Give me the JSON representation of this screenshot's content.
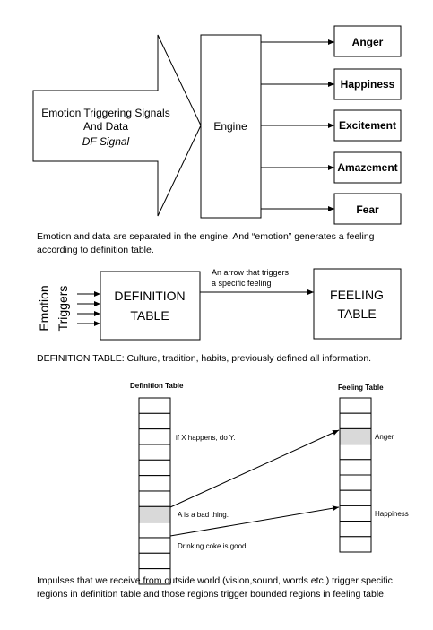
{
  "diagram1": {
    "arrow_text": [
      "Emotion Triggering Signals",
      "And Data",
      "DF Signal"
    ],
    "engine_label": "Engine",
    "outputs": [
      "Anger",
      "Happiness",
      "Excitement",
      "Amazement",
      "Fear"
    ]
  },
  "caption1": "Emotion and data are separated in the engine. And  “emotion” generates a feeling according to definition table.",
  "diagram2": {
    "side_label_lines": [
      "Emotion",
      "Triggers"
    ],
    "definition_lines": [
      "DEFINITION",
      "TABLE"
    ],
    "feeling_lines": [
      "FEELING",
      "TABLE"
    ],
    "arrow_note_lines": [
      "An arrow that triggers",
      "a specific feeling"
    ]
  },
  "caption2": "DEFINITION TABLE: Culture, tradition, habits, previously defined all information.",
  "diagram3": {
    "definition_title": "Definition Table",
    "feeling_title": "Feeling Table",
    "definition_notes": [
      "if X happens, do Y.",
      "A is a bad thing.",
      "Drinking coke is good."
    ],
    "feeling_notes": [
      "Anger",
      "Happiness"
    ]
  },
  "caption3": "Impulses that we receive from outside world (vision,sound, words etc.) trigger specific regions in definition table and those regions trigger bounded regions in feeling table.",
  "colors": {
    "line": "#000000",
    "highlight": "#d9d9d9",
    "background": "#ffffff"
  }
}
